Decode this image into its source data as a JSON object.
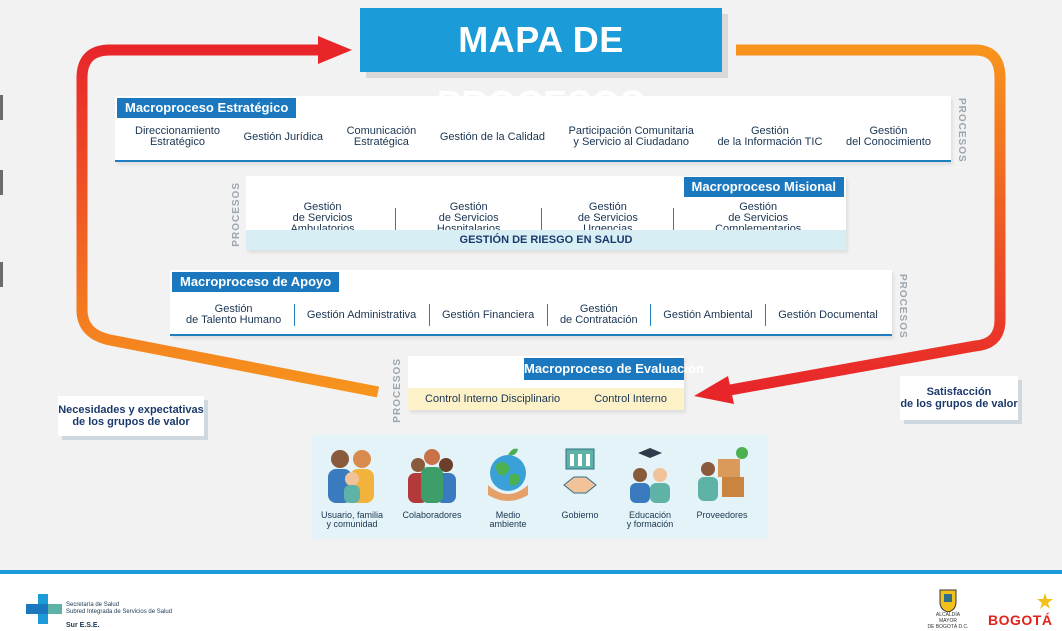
{
  "title": "MAPA DE PROCESOS",
  "side_label": "PROCESOS",
  "estrategico": {
    "header": "Macroproceso Estratégico",
    "items": [
      "Direccionamiento\nEstratégico",
      "Gestión Jurídica",
      "Comunicación\nEstratégica",
      "Gestión de la Calidad",
      "Participación Comunitaria\ny Servicio al Ciudadano",
      "Gestión\nde la Información TIC",
      "Gestión\ndel Conocimiento"
    ]
  },
  "misional": {
    "header": "Macroproceso Misional",
    "items": [
      "Gestión\nde Servicios Ambulatorios",
      "Gestión\nde Servicios Hospitalarios",
      "Gestión\nde Servicios Urgencias",
      "Gestión\nde Servicios Complementarios"
    ],
    "band": "GESTIÓN DE RIESGO EN SALUD"
  },
  "apoyo": {
    "header": "Macroproceso de Apoyo",
    "items": [
      "Gestión\nde Talento Humano",
      "Gestión Administrativa",
      "Gestión Financiera",
      "Gestión\nde Contratación",
      "Gestión Ambiental",
      "Gestión Documental"
    ]
  },
  "evaluacion": {
    "header": "Macroproceso  de Evaluación",
    "items": [
      "Control Interno Disciplinario",
      "Control Interno"
    ]
  },
  "necesidades": "Necesidades y expectativas\nde los grupos de valor",
  "satisfaccion": "Satisfacción\nde los grupos de valor",
  "groups": [
    {
      "label": "Usuario, familia\ny comunidad",
      "icon": "family-icon"
    },
    {
      "label": "Colaboradores",
      "icon": "team-icon"
    },
    {
      "label": "Medio\nambiente",
      "icon": "earth-icon"
    },
    {
      "label": "Gobierno",
      "icon": "government-icon"
    },
    {
      "label": "Educación\ny formación",
      "icon": "education-icon"
    },
    {
      "label": "Proveedores",
      "icon": "supplier-icon"
    }
  ],
  "footer": {
    "org_text": "Secretaría de Salud\nSubred Integrada de Servicios de Salud",
    "org_sub": "Sur E.S.E.",
    "alcaldia": "ALCALDÍA MAYOR\nDE BOGOTÁ D.C.",
    "brand": "BOGOTÁ"
  },
  "colors": {
    "blue": "#1b9bd7",
    "dark_blue": "#1b78bf",
    "arrow_red": "#e8262a",
    "arrow_orange": "#f7941d",
    "band_teal": "#d6eef4",
    "band_yellow": "#fdf1c8"
  }
}
